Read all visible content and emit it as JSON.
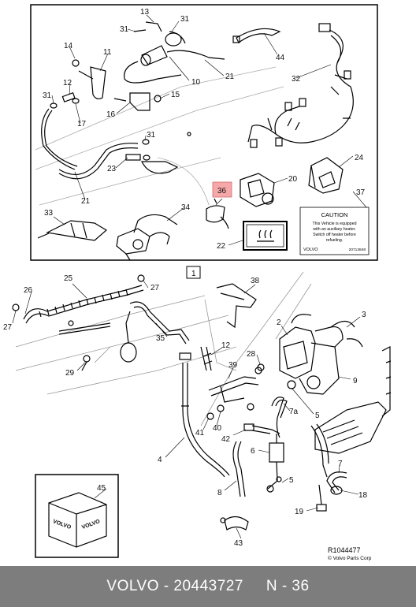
{
  "callouts": {
    "c13": "13",
    "c31a": "31",
    "c31b": "31",
    "c14": "14",
    "c11": "11",
    "c10": "10",
    "c21a": "21",
    "c12a": "12",
    "c31c": "31",
    "c15": "15",
    "c17": "17",
    "c16": "16",
    "c31d": "31",
    "c23": "23",
    "c21b": "21",
    "c44": "44",
    "c32": "32",
    "c24": "24",
    "c20": "20",
    "c36": "36",
    "c37": "37",
    "c33": "33",
    "c34": "34",
    "c22": "22",
    "c1": "1",
    "c25": "25",
    "c27a": "27",
    "c26": "26",
    "c27b": "27",
    "c38": "38",
    "c2": "2",
    "c3": "3",
    "c35": "35",
    "c12b": "12",
    "c28": "28",
    "c29": "29",
    "c39": "39",
    "c9": "9",
    "c7a": "7a",
    "c5a": "5",
    "c40": "40",
    "c41": "41",
    "c42": "42",
    "c4": "4",
    "c6": "6",
    "c7": "7",
    "c8": "8",
    "c5b": "5",
    "c18": "18",
    "c19": "19",
    "c45": "45",
    "c43": "43"
  },
  "caution_label": {
    "title": "CAUTION",
    "line1": "This Vehicle is equipped",
    "line2": "with an auxiliary heater.",
    "line3": "Switch off heater before",
    "line4": "refueling.",
    "brand": "VOLVO",
    "code": "20713848"
  },
  "oil_box_text": "VOLVO",
  "reference": {
    "code": "R1044477",
    "copyright": "© Volvo Parts Corp"
  },
  "footer": {
    "brand": "VOLVO",
    "part_number": "20443727",
    "page": "N - 36"
  }
}
